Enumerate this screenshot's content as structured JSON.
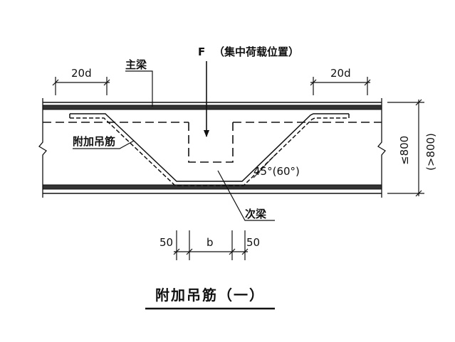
{
  "labels": {
    "load_f": "F",
    "load_note": "（集中荷载位置）",
    "main_beam": "主梁",
    "hanger": "附加吊筋",
    "secondary_beam": "次梁",
    "angle": "45°(60°)",
    "anchor_left": "20d",
    "anchor_right": "20d",
    "height_le": "≤800",
    "height_gt": "(>800)",
    "offset_left": "50",
    "width_b": "b",
    "offset_right": "50"
  },
  "title": "附加吊筋（一）",
  "colors": {
    "ink": "#111111",
    "background": "#ffffff"
  }
}
